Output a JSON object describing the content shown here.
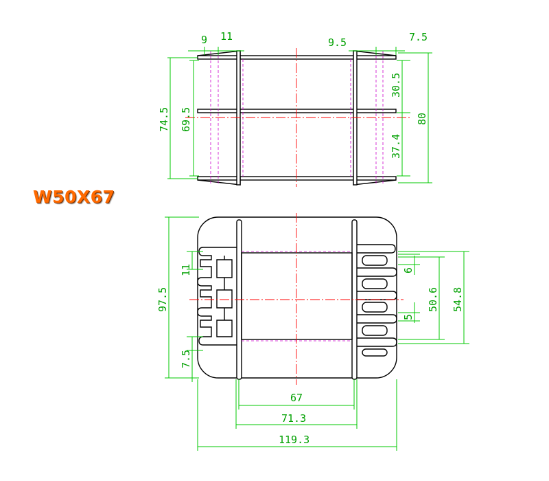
{
  "title": "W50X67",
  "colors": {
    "object": "#000000",
    "dimension": "#00c800",
    "centerline": "#ff0000",
    "hidden": "#cc00cc",
    "title": "#ff6a00"
  },
  "top_view": {
    "dims": {
      "d9": "9",
      "d11": "11",
      "d9_5": "9.5",
      "d7_5": "7.5",
      "d74_5": "74.5",
      "d69_5": "69.5",
      "d30_5": "30.5",
      "d37_4": "37.4",
      "d80": "80"
    }
  },
  "front_view": {
    "dims": {
      "d11": "11",
      "d97_5": "97.5",
      "d7_5": "7.5",
      "d6": "6",
      "d5": "5",
      "d50_6": "50.6",
      "d54_8": "54.8",
      "d67": "67",
      "d71_3": "71.3",
      "d119_3": "119.3"
    }
  }
}
